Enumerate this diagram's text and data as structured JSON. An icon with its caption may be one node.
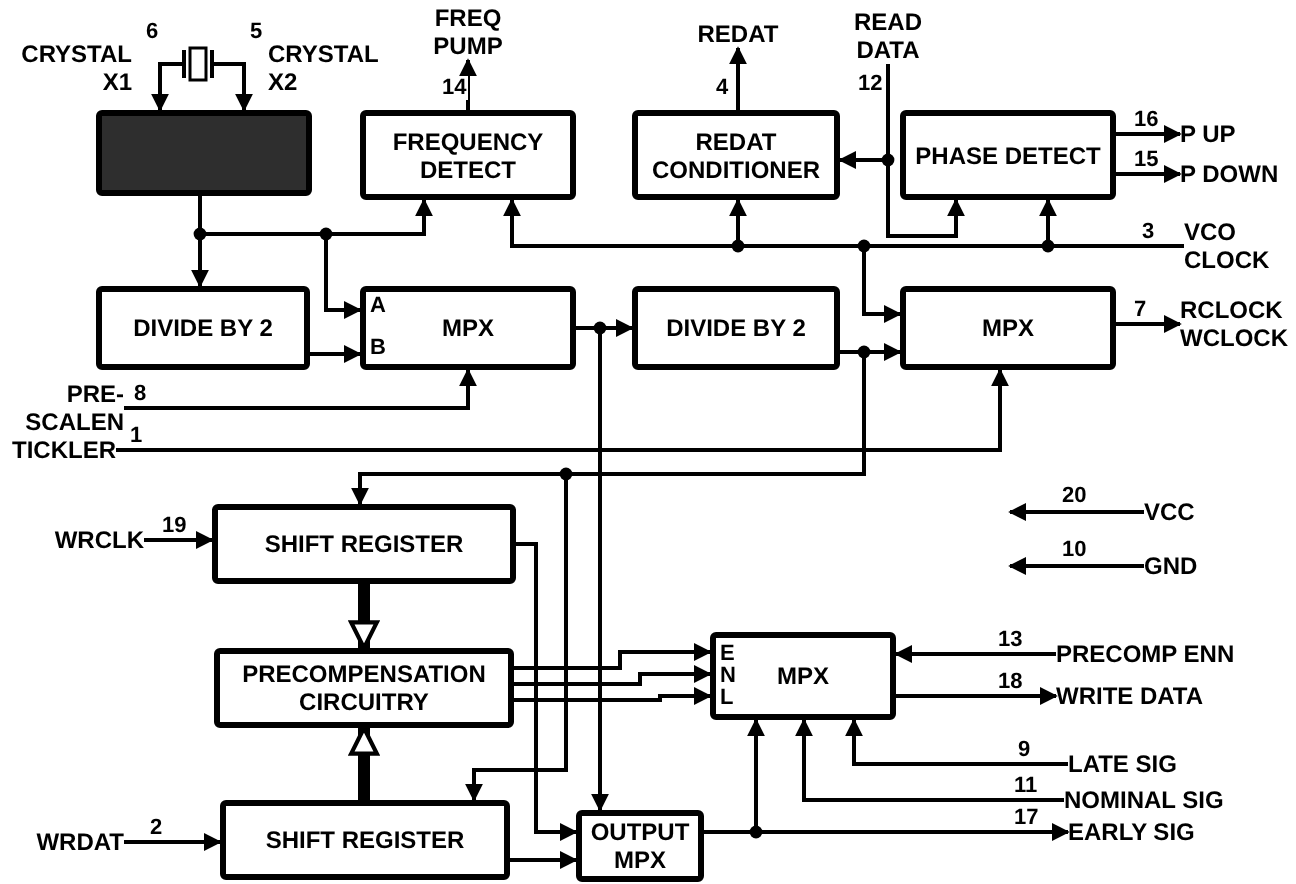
{
  "diagram": {
    "nodes": [
      {
        "text": [],
        "shape": "box"
      },
      {
        "text": [
          "FREQUENCY DETECT"
        ]
      },
      {
        "text": [
          "REDAT CONDITIONER"
        ]
      },
      {
        "text": [
          "PHASE DETECT"
        ]
      },
      {
        "text": [
          "DIVIDE BY 2"
        ]
      },
      {
        "text": [
          "A",
          "B",
          "MPX"
        ]
      },
      {
        "text": [
          "DIVIDE BY 2"
        ]
      },
      {
        "text": [
          "MPX"
        ]
      },
      {
        "text": [
          "SHIFT REGISTER"
        ]
      },
      {
        "text": [
          "PRECOMPENSATION CIRCUITRY"
        ]
      },
      {
        "text": [
          "SHIFT REGISTER"
        ]
      },
      {
        "text": [
          "OUTPUT MPX"
        ]
      },
      {
        "text": [
          "E",
          "N",
          "L",
          "MPX"
        ]
      },
      {
        "text": [],
        "shape": "picture"
      },
      {
        "text": [
          "FREQ PUMP"
        ]
      },
      {
        "text": [
          "REDAT"
        ]
      },
      {
        "text": [
          "READ DATA"
        ]
      },
      {
        "text": [
          "P UP"
        ]
      },
      {
        "text": [
          "P DOWN"
        ]
      },
      {
        "text": [
          "VCO CLOCK"
        ]
      },
      {
        "text": [
          "RCLOCK WCLOCK"
        ]
      },
      {
        "text": [
          "PRE- SCALEN"
        ]
      },
      {
        "text": [
          "TICKLER"
        ]
      },
      {
        "text": [
          "WRCLK"
        ]
      },
      {
        "text": [
          "WRDAT"
        ]
      },
      {
        "text": [
          "VCC"
        ]
      },
      {
        "text": [
          "GND"
        ]
      },
      {
        "text": [
          "PRECOMP ENN"
        ]
      },
      {
        "text": [
          "WRITE DATA"
        ]
      },
      {
        "text": [
          "LATE SIG"
        ]
      },
      {
        "text": [
          "NOMINAL SIG"
        ]
      },
      {
        "text": [
          "EARLY SIG"
        ]
      }
    ],
    "edges": [
      {
        "from": 0,
        "to": 4,
        "arrow": "to"
      },
      {
        "from": 0,
        "to": 5,
        "arrow": "to"
      },
      {
        "from": 0,
        "to": 1,
        "arrow": "to"
      },
      {
        "from": 13,
        "to": 0,
        "arrow": "to",
        "label": "6"
      },
      {
        "from": 13,
        "to": 0,
        "arrow": "to",
        "label": "5"
      },
      {
        "from": 1,
        "to": 14,
        "arrow": "to",
        "label": "14"
      },
      {
        "from": 2,
        "to": 15,
        "arrow": "to",
        "label": "4"
      },
      {
        "from": 16,
        "to": 2,
        "arrow": "to",
        "label": "12"
      },
      {
        "from": 16,
        "to": 3,
        "arrow": "to"
      },
      {
        "from": 3,
        "to": 17,
        "arrow": "to",
        "label": "16"
      },
      {
        "from": 3,
        "to": 18,
        "arrow": "to",
        "label": "15"
      },
      {
        "from": 19,
        "to": 3,
        "arrow": "to",
        "label": "3"
      },
      {
        "from": 19,
        "to": 2,
        "arrow": "to"
      },
      {
        "from": 19,
        "to": 1,
        "arrow": "to"
      },
      {
        "from": 19,
        "to": 7,
        "arrow": "to"
      },
      {
        "from": 4,
        "to": 5,
        "arrow": "to"
      },
      {
        "from": 21,
        "to": 5,
        "arrow": "to",
        "label": "8"
      },
      {
        "from": 5,
        "to": 6,
        "arrow": "to"
      },
      {
        "from": 5,
        "to": 11,
        "arrow": "to"
      },
      {
        "from": 6,
        "to": 7,
        "arrow": "to"
      },
      {
        "from": 22,
        "to": 7,
        "arrow": "to",
        "label": "1"
      },
      {
        "from": 7,
        "to": 20,
        "arrow": "to",
        "label": "7"
      },
      {
        "from": 6,
        "to": 8,
        "arrow": "to"
      },
      {
        "from": 6,
        "to": 10,
        "arrow": "to"
      },
      {
        "from": 23,
        "to": 8,
        "arrow": "to",
        "label": "19"
      },
      {
        "from": 8,
        "to": 9,
        "arrow": "to",
        "style": "thick"
      },
      {
        "from": 10,
        "to": 9,
        "arrow": "to",
        "style": "thick"
      },
      {
        "from": 8,
        "to": 11,
        "arrow": "to"
      },
      {
        "from": 10,
        "to": 11,
        "arrow": "to"
      },
      {
        "from": 24,
        "to": 10,
        "arrow": "to",
        "label": "2"
      },
      {
        "from": 9,
        "to": 12,
        "arrow": "to"
      },
      {
        "from": 9,
        "to": 12,
        "arrow": "to"
      },
      {
        "from": 9,
        "to": 12,
        "arrow": "to"
      },
      {
        "from": 27,
        "to": 12,
        "arrow": "to",
        "label": "13"
      },
      {
        "from": 12,
        "to": 28,
        "arrow": "to",
        "label": "18"
      },
      {
        "from": 29,
        "to": 12,
        "arrow": "to",
        "label": "9"
      },
      {
        "from": 30,
        "to": 12,
        "arrow": "to",
        "label": "11"
      },
      {
        "from": 11,
        "to": 31,
        "arrow": "to",
        "label": "17"
      },
      {
        "from": 11,
        "to": 12,
        "arrow": "to"
      },
      {
        "from": 25,
        "to": null,
        "arrow": "to",
        "label": "20"
      },
      {
        "from": 26,
        "to": null,
        "arrow": "to",
        "label": "10"
      }
    ],
    "labels": [
      "CRYSTAL X1",
      "CRYSTAL X2"
    ]
  }
}
